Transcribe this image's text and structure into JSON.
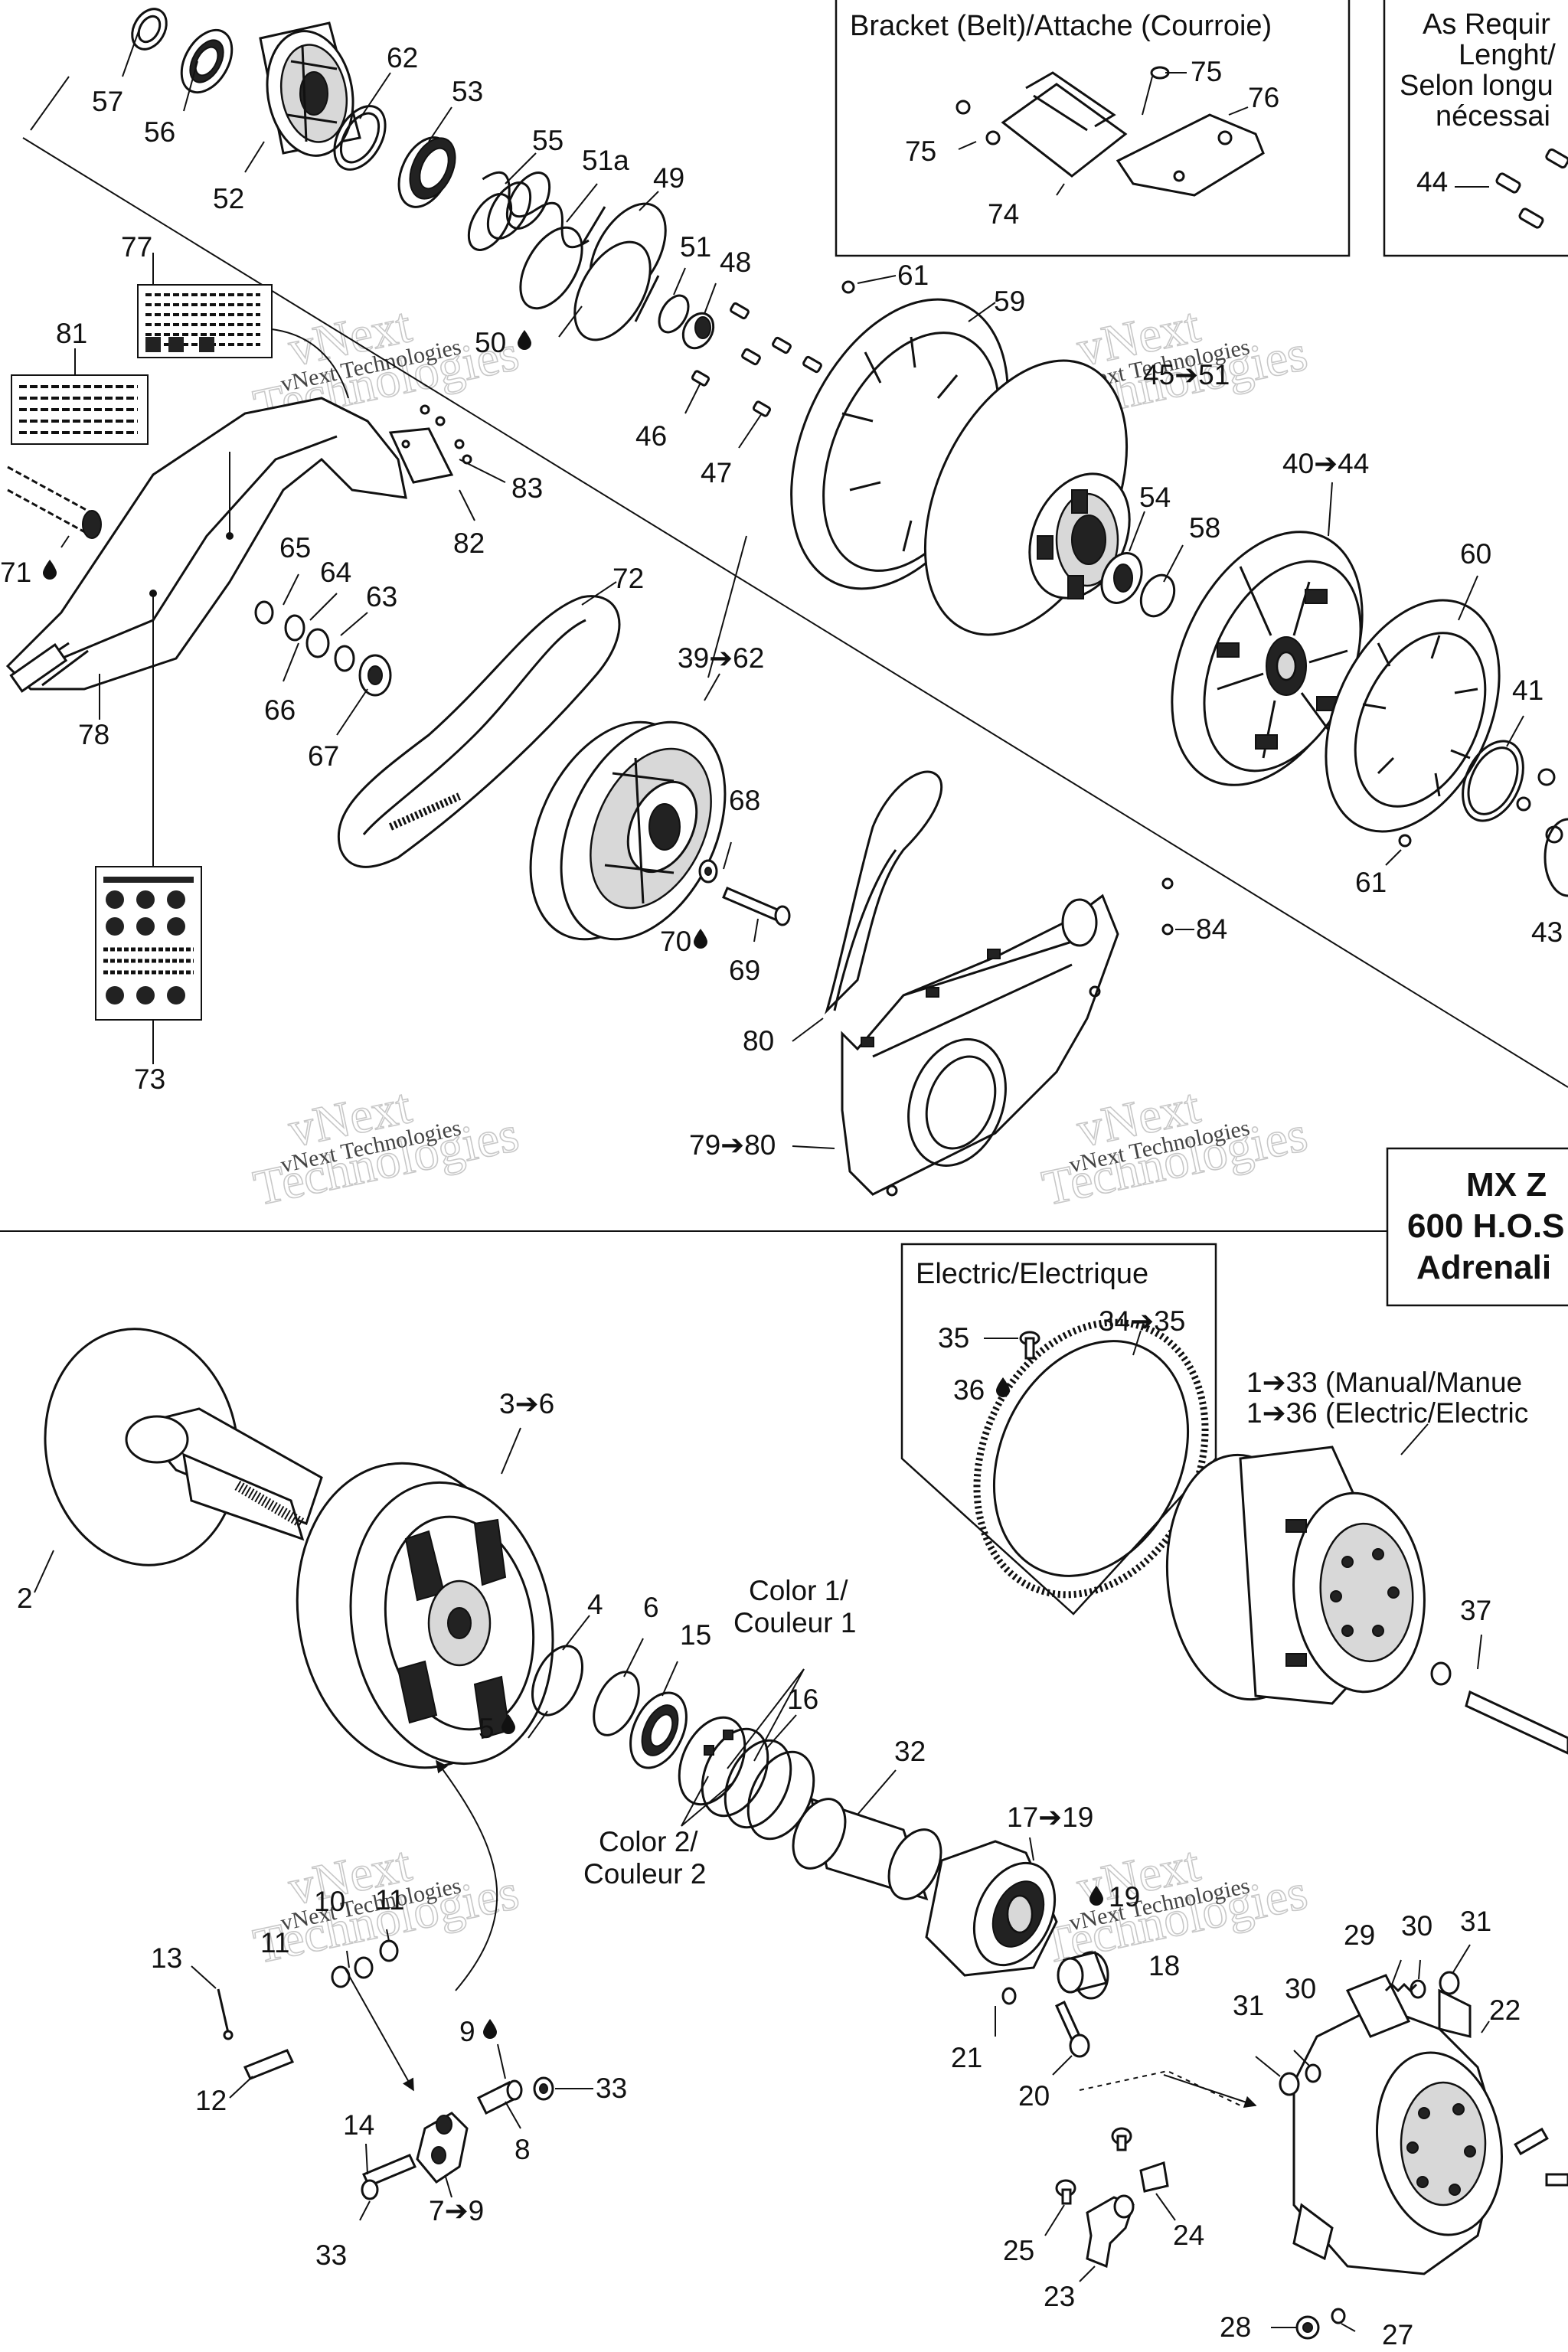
{
  "watermark": {
    "line1": "vNext",
    "line2": "Technologies",
    "caption": "vNext Technologies"
  },
  "panels": {
    "bracket": {
      "title": "Bracket (Belt)/Attache (Courroie)"
    },
    "as_required": {
      "line1": "As Requir",
      "line2": "Lenght/",
      "line3": "Selon longu",
      "line4": "nécessai"
    },
    "electric": {
      "title": "Electric/Electrique"
    },
    "model": {
      "line1": "MX Z",
      "line2": "600 H.O.S",
      "line3": "Adrenali"
    }
  },
  "notes": {
    "assembly_manual": "1➔33 (Manual/Manue",
    "assembly_electric": "1➔36 (Electric/Electric",
    "color1_a": "Color 1/",
    "color1_b": "Couleur 1",
    "color2_a": "Color 2/",
    "color2_b": "Couleur 2"
  },
  "callouts": {
    "c57": "57",
    "c56": "56",
    "c52": "52",
    "c62": "62",
    "c53": "53",
    "c55": "55",
    "c51a": "51a",
    "c49": "49",
    "c51": "51",
    "c48": "48",
    "c50": "50",
    "c46": "46",
    "c47": "47",
    "c61a": "61",
    "c59": "59",
    "c45_51": "45➔51",
    "c75a": "75",
    "c76": "76",
    "c75b": "75",
    "c74": "74",
    "c44": "44",
    "c77": "77",
    "c81": "81",
    "c71": "71",
    "c78": "78",
    "c83": "83",
    "c82": "82",
    "c65": "65",
    "c64": "64",
    "c63": "63",
    "c66": "66",
    "c67": "67",
    "c72": "72",
    "c73": "73",
    "c39_62": "39➔62",
    "c68": "68",
    "c70": "70",
    "c69": "69",
    "c54": "54",
    "c58": "58",
    "c40_44": "40➔44",
    "c60": "60",
    "c41": "41",
    "c61b": "61",
    "c43": "43",
    "c84": "84",
    "c80": "80",
    "c79_80": "79➔80",
    "c2": "2",
    "c3_6": "3➔6",
    "c4": "4",
    "c6": "6",
    "c15": "15",
    "c5": "5",
    "c16": "16",
    "c32": "32",
    "c17_19": "17➔19",
    "c19": "19",
    "c18": "18",
    "c10": "10",
    "c11a": "11",
    "c11b": "11",
    "c13": "13",
    "c12": "12",
    "c9": "9",
    "c33a": "33",
    "c14": "14",
    "c8": "8",
    "c7_9": "7➔9",
    "c33b": "33",
    "c21": "21",
    "c20": "20",
    "c29": "29",
    "c30a": "30",
    "c31a": "31",
    "c30b": "30",
    "c31b": "31",
    "c22": "22",
    "c25": "25",
    "c24": "24",
    "c23": "23",
    "c28": "28",
    "c27": "27",
    "c35": "35",
    "c34_35": "34➔35",
    "c36": "36",
    "c37": "37"
  },
  "icons": {
    "drop": "oil-drop-icon"
  }
}
